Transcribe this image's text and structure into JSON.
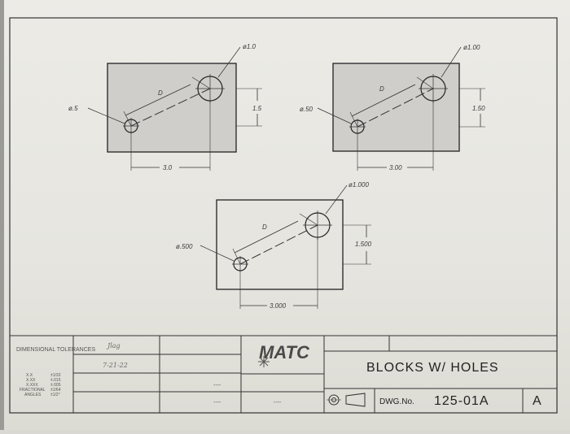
{
  "views": {
    "view1": {
      "small_hole_dia": "ø.5",
      "large_hole_dia": "ø1.0",
      "dim_d": "D",
      "horizontal_dim": "3.0",
      "vertical_dim": "1.5"
    },
    "view2": {
      "small_hole_dia": "ø.50",
      "large_hole_dia": "ø1.00",
      "dim_d": "D",
      "horizontal_dim": "3.00",
      "vertical_dim": "1.50"
    },
    "view3": {
      "small_hole_dia": "ø.500",
      "large_hole_dia": "ø1.000",
      "dim_d": "D",
      "horizontal_dim": "3.000",
      "vertical_dim": "1.500"
    }
  },
  "title_block": {
    "tolerances_heading": "DIMENSIONAL TOLERANCES",
    "tolerance_rows": [
      {
        "label": "X.X",
        "value": "±1/32"
      },
      {
        "label": "X.XX",
        "value": "±.015"
      },
      {
        "label": "X.XXX",
        "value": "±.005"
      },
      {
        "label": "FRACTIONAL",
        "value": "±1/64"
      },
      {
        "label": "ANGLES",
        "value": "±1/2°"
      }
    ],
    "initials": "Jlag",
    "date": "7-21-22",
    "dashes": "----",
    "logo": "MATC",
    "title": "BLOCKS W/ HOLES",
    "dwg_label": "DWG.No.",
    "dwg_number": "125-01A",
    "revision": "A"
  }
}
